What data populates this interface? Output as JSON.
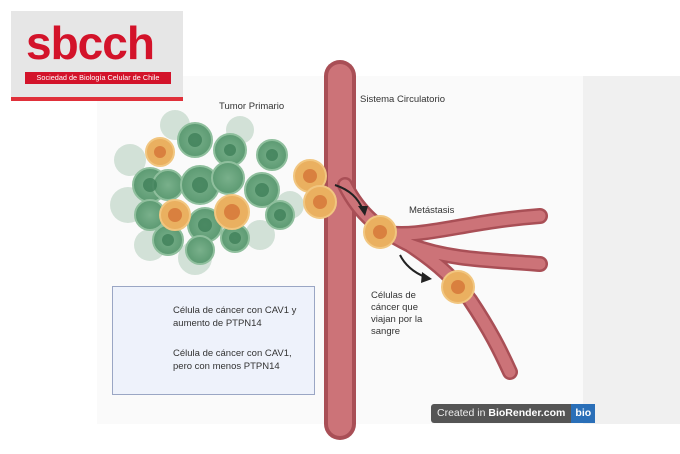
{
  "logo": {
    "wordmark": "sbcch",
    "subtitle": "Sociedad de Biología Celular de Chile"
  },
  "labels": {
    "tumor": "Tumor Primario",
    "circulatory": "Sistema Circulatorio",
    "metastasis": "Metástasis",
    "travelling": [
      "Células de",
      "cáncer que",
      "viajan por la",
      "sangre"
    ]
  },
  "legend": {
    "items": [
      {
        "lines": [
          "Célula de cáncer con CAV1 y",
          "aumento de PTPN14"
        ],
        "color": "#6aa57f"
      },
      {
        "lines": [
          "Célula de cáncer con CAV1,",
          "pero con menos PTPN14"
        ],
        "color": "#eab060"
      }
    ]
  },
  "watermark": {
    "prefix": "Created in ",
    "brand": "BioRender.com",
    "badge": "bio"
  },
  "colors": {
    "vessel": "#c8676c",
    "green_cell": "#6aa57f",
    "orange_cell": "#eab060",
    "brand_red": "#d3132a"
  }
}
